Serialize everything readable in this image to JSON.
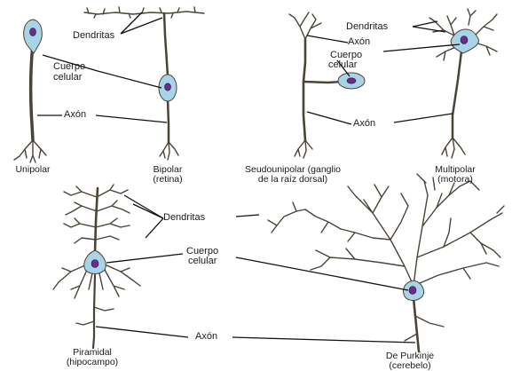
{
  "labels": {
    "dendritas_top": "Dendritas",
    "dendritas_right": "Dendritas",
    "dendritas_bottom": "Dendritas",
    "axon_center": "Axón",
    "axon_right": "Axón",
    "axon_top_right": "Axón",
    "axon_bottom": "Axón",
    "cuerpo_left_1": "Cuerpo",
    "cuerpo_left_2": "celular",
    "cuerpo_right_1": "Cuerpo",
    "cuerpo_right_2": "celular",
    "cuerpo_bottom_1": "Cuerpo",
    "cuerpo_bottom_2": "celular"
  },
  "captions": {
    "unipolar": "Unipolar",
    "bipolar_1": "Bipolar",
    "bipolar_2": "(retina)",
    "seudo_1": "Seudounipolar (ganglio",
    "seudo_2": "de la raíz dorsal)",
    "multipolar_1": "Multipolar",
    "multipolar_2": "(motora)",
    "piramidal_1": "Piramidal",
    "piramidal_2": "(hipocampo)",
    "purkinje_1": "De Purkinje",
    "purkinje_2": "(cerebelo)"
  },
  "colors": {
    "soma_fill": "#a8d4e8",
    "nucleus_fill": "#6b2c8a",
    "neuron_stroke": "#4a4338",
    "leader_line": "#111111"
  }
}
